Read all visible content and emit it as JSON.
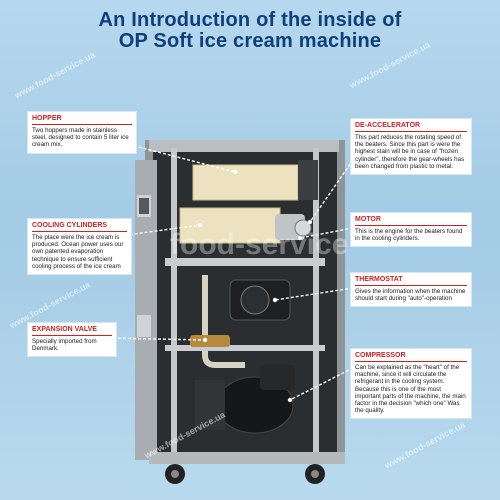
{
  "title": {
    "line1": "An Introduction of the inside of",
    "line2": "OP Soft ice cream machine"
  },
  "watermark": {
    "center": "food-service",
    "diagonal": "www.food-service.ua"
  },
  "callouts": {
    "hopper": {
      "heading": "HOPPER",
      "text": "Two hoppers made in stainless steel, designed to contain 5 liter ice cream mix."
    },
    "cooling": {
      "heading": "COOLING CYLINDERS",
      "text": "The place were the ice cream is produced. Ocean power uses our own patented evaporation technique to ensure sufficient cooling process of the ice cream"
    },
    "expansion": {
      "heading": "EXPANSION VALVE",
      "text": "Specially imported from Denmark."
    },
    "deaccelerator": {
      "heading": "DE-ACCELERATOR",
      "text": "This part reduces the rotating speed of the beaters. Since this part is were the highest stain will be in case of \"frozen cylinder\", therefore the gear-wheels has been changed from plastic to metal."
    },
    "motor": {
      "heading": "MOTOR",
      "text": "This is the engine for the beaters found in the cooling cylinders."
    },
    "thermostat": {
      "heading": "THERMOSTAT",
      "text": "Gives the information when the machine should start during \"auto\"-operation"
    },
    "compressor": {
      "heading": "COMPRESSOR",
      "text": "Can be explained as the \"heart\" of the machine, since it will circulate the refrigerant in the cooling system. Because this is one of the most important parts of the machine, the main factor in the decision \"which one\" Was the quality."
    }
  },
  "colors": {
    "title": "#0e3f7a",
    "heading": "#d21f1f",
    "background": "#a9cfe6",
    "leader": "#ffffff"
  }
}
